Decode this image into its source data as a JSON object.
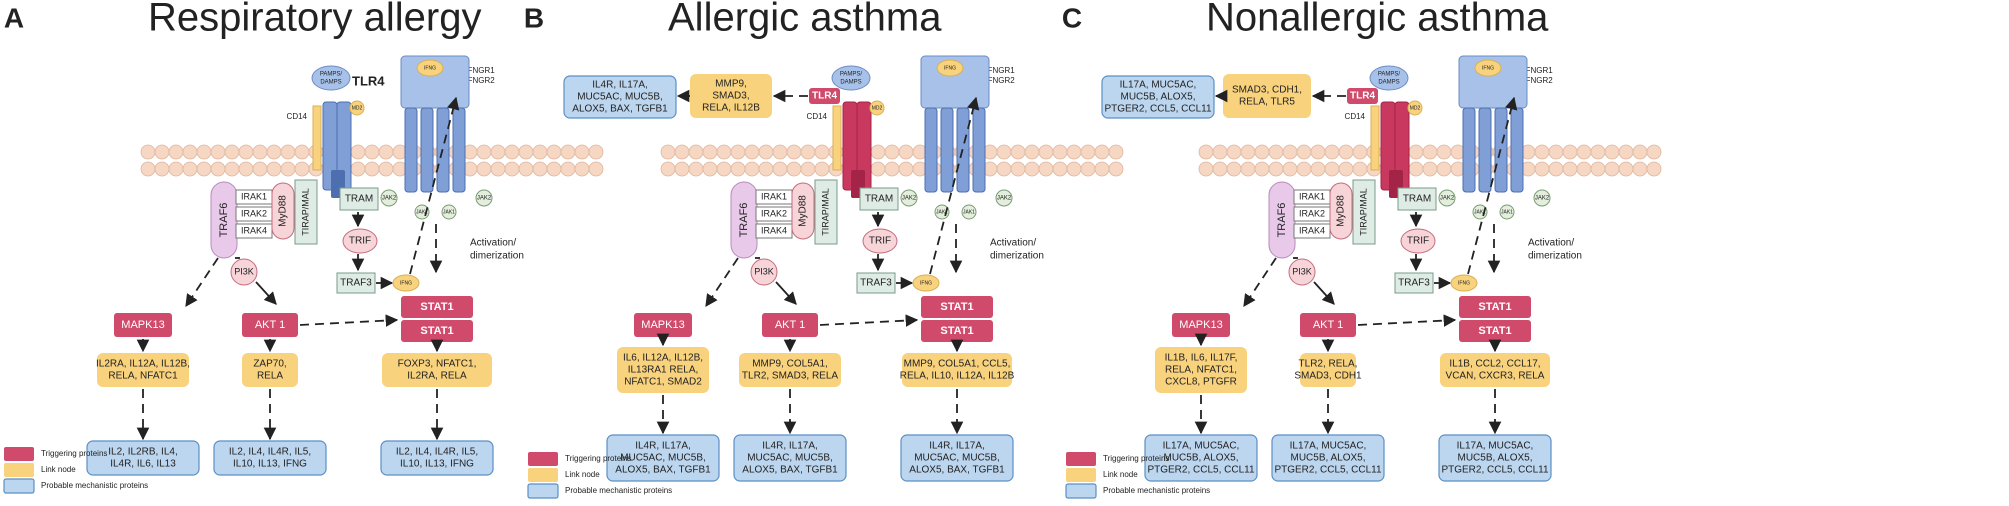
{
  "colors": {
    "triggering": "#d04a6b",
    "link": "#f8d27d",
    "mechanistic": "#bcd6ef",
    "mechanistic_border": "#5b8fc6",
    "membrane": "#f6d7c4",
    "receptor_blue": "#7f9fd6",
    "receptor_red": "#c9385e",
    "traf6": "#e9c9ea",
    "pi3k": "#f7d4d8",
    "grey_box": "#dfece6"
  },
  "legend": {
    "triggering": "Triggering proteins",
    "link": "Link node",
    "mechanistic": "Probable mechanistic proteins"
  },
  "common": {
    "pamps": [
      "PAMPS/",
      "DAMPS"
    ],
    "md2": "MD2",
    "tlr4": "TLR4",
    "cd14": "CD14",
    "ifngr": [
      "IFNGR1",
      "IFNGR2"
    ],
    "ifng": "IFNG",
    "jak2": "JAK2",
    "jak1": "JAK1",
    "traf6": "TRAF6",
    "irak1": "IRAK1",
    "irak2": "IRAK2",
    "irak4": "IRAK4",
    "myd88": "MyD88",
    "tirap": "TIRAP/MAL",
    "tram": "TRAM",
    "trif": "TRIF",
    "traf3": "TRAF3",
    "pi3k": "PI3K",
    "mapk13": "MAPK13",
    "akt1": "AKT 1",
    "stat1": "STAT1",
    "activation": [
      "Activation/",
      "dimerization"
    ]
  },
  "panels": [
    {
      "letter": "A",
      "title": "Respiratory allergy",
      "tlr4_trigger": false,
      "mapk_link": [
        "IL2RA, IL12A, IL12B,",
        "RELA, NFATC1"
      ],
      "akt_link": [
        "ZAP70,",
        "RELA"
      ],
      "stat_link": [
        "FOXP3, NFATC1,",
        "IL2RA, RELA"
      ],
      "mapk_mech": [
        "IL2, IL2RB, IL4,",
        "IL4R, IL6, IL13"
      ],
      "akt_mech": [
        "IL2, IL4, IL4R, IL5,",
        "IL10, IL13, IFNG"
      ],
      "stat_mech": [
        "IL2, IL4, IL4R, IL5,",
        "IL10, IL13, IFNG"
      ]
    },
    {
      "letter": "B",
      "title": "Allergic asthma",
      "tlr4_trigger": true,
      "tlr_mech": [
        "IL4R, IL17A,",
        "MUC5AC, MUC5B,",
        "ALOX5, BAX, TGFB1"
      ],
      "tlr_link": [
        "MMP9,",
        "SMAD3,",
        "RELA, IL12B"
      ],
      "mapk_link": [
        "IL6, IL12A, IL12B,",
        "IL13RA1  RELA,",
        "NFATC1, SMAD2"
      ],
      "akt_link": [
        "MMP9, COL5A1,",
        "TLR2, SMAD3, RELA"
      ],
      "stat_link": [
        "MMP9, COL5A1, CCL5,",
        "RELA, IL10, IL12A, IL12B"
      ],
      "mapk_mech": [
        "IL4R, IL17A,",
        "MUC5AC, MUC5B,",
        "ALOX5, BAX, TGFB1"
      ],
      "akt_mech": [
        "IL4R, IL17A,",
        "MUC5AC, MUC5B,",
        "ALOX5, BAX, TGFB1"
      ],
      "stat_mech": [
        "IL4R, IL17A,",
        "MUC5AC, MUC5B,",
        "ALOX5, BAX, TGFB1"
      ]
    },
    {
      "letter": "C",
      "title": "Nonallergic asthma",
      "tlr4_trigger": true,
      "tlr_mech": [
        "IL17A, MUC5AC,",
        "MUC5B, ALOX5,",
        "PTGER2, CCL5, CCL11"
      ],
      "tlr_link": [
        "SMAD3, CDH1,",
        "RELA, TLR5"
      ],
      "mapk_link": [
        "IL1B, IL6, IL17F,",
        "RELA, NFATC1,",
        "CXCL8, PTGFR"
      ],
      "akt_link": [
        "TLR2, RELA,",
        "SMAD3, CDH1"
      ],
      "stat_link": [
        "IL1B, CCL2, CCL17,",
        "VCAN, CXCR3, RELA"
      ],
      "mapk_mech": [
        "IL17A, MUC5AC,",
        "MUC5B, ALOX5,",
        "PTGER2, CCL5, CCL11"
      ],
      "akt_mech": [
        "IL17A, MUC5AC,",
        "MUC5B, ALOX5,",
        "PTGER2, CCL5, CCL11"
      ],
      "stat_mech": [
        "IL17A, MUC5AC,",
        "MUC5B, ALOX5,",
        "PTGER2, CCL5, CCL11"
      ]
    }
  ]
}
